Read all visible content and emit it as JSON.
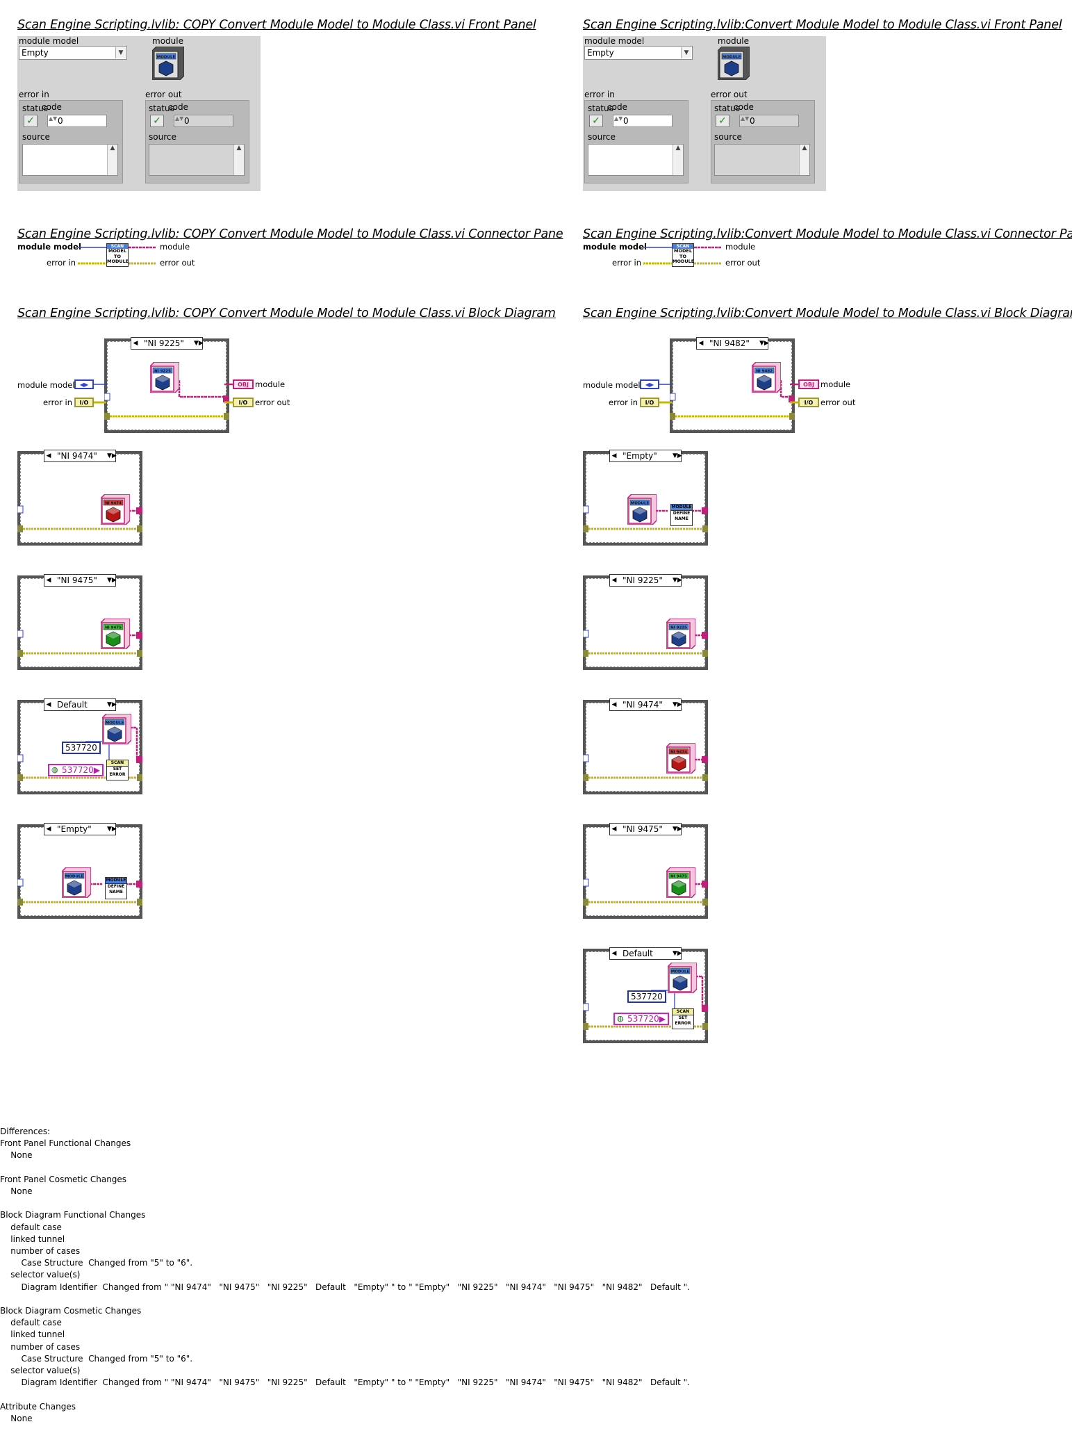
{
  "left": {
    "titles": {
      "front_panel": "Scan Engine Scripting.lvlib:  COPY  Convert Module Model to Module Class.vi Front Panel",
      "connector_pane": "Scan Engine Scripting.lvlib:  COPY  Convert Module Model to Module Class.vi Connector Pane",
      "block_diagram": "Scan Engine Scripting.lvlib:  COPY  Convert Module Model to Module Class.vi Block Diagram"
    },
    "cases": [
      "\"NI 9225\"",
      "\"NI 9474\"",
      "\"NI 9475\"",
      "Default",
      "\"Empty\""
    ]
  },
  "right": {
    "titles": {
      "front_panel": "Scan Engine Scripting.lvlib:Convert Module Model to Module Class.vi Front Panel",
      "connector_pane": "Scan Engine Scripting.lvlib:Convert Module Model to Module Class.vi Connector Pane",
      "block_diagram": "Scan Engine Scripting.lvlib:Convert Module Model to Module Class.vi Block Diagram"
    },
    "cases": [
      "\"NI 9482\"",
      "\"Empty\"",
      "\"NI 9225\"",
      "\"NI 9474\"",
      "\"NI 9475\"",
      "Default"
    ]
  },
  "front_panel": {
    "module_model_label": "module model",
    "module_model_value": "Empty",
    "module_label": "module",
    "error_in_label": "error in",
    "error_out_label": "error out",
    "status_label": "status",
    "code_label": "code",
    "code_value": "0",
    "source_label": "source"
  },
  "connector": {
    "module_model": "module model",
    "module": "module",
    "error_in": "error in",
    "error_out": "error out",
    "icon_top": "SCAN",
    "icon_lines": [
      "MODEL",
      "TO",
      "MODULE"
    ]
  },
  "diagram": {
    "module_model": "module model",
    "module": "module",
    "error_in": "error in",
    "error_out": "error out",
    "obj_tag": "OBJ",
    "err_tag": "I/O",
    "error_code": "537720",
    "module_icon": "MODULE",
    "ni9225": "NI 9225",
    "ni9474": "NI 9474",
    "ni9475": "NI 9475",
    "ni9482": "NI 9482",
    "set_error": [
      "SCAN",
      "SET",
      "ERROR"
    ],
    "define_name": [
      "MODULE",
      "DEFINE",
      "NAME"
    ]
  },
  "colors": {
    "wire_blue": "#3344cc",
    "wire_class": "#c0207a",
    "wire_error": "#c8b600",
    "icon_blue": "#4a80d8",
    "icon_red": "#d83c3c",
    "icon_green": "#35c235",
    "cube_blue": "#1d3f8a",
    "cube_red": "#b51515",
    "cube_green": "#169016"
  },
  "differences": {
    "text": "Differences:\nFront Panel Functional Changes\n    None\n\nFront Panel Cosmetic Changes\n    None\n\nBlock Diagram Functional Changes\n    default case\n    linked tunnel\n    number of cases\n        Case Structure  Changed from \"5\" to \"6\".\n    selector value(s)\n        Diagram Identifier  Changed from \" \"NI 9474\"   \"NI 9475\"   \"NI 9225\"   Default   \"Empty\" \" to \" \"Empty\"   \"NI 9225\"   \"NI 9474\"   \"NI 9475\"   \"NI 9482\"   Default \".\n\nBlock Diagram Cosmetic Changes\n    default case\n    linked tunnel\n    number of cases\n        Case Structure  Changed from \"5\" to \"6\".\n    selector value(s)\n        Diagram Identifier  Changed from \" \"NI 9474\"   \"NI 9475\"   \"NI 9225\"   Default   \"Empty\" \" to \" \"Empty\"   \"NI 9225\"   \"NI 9474\"   \"NI 9475\"   \"NI 9482\"   Default \".\n\nAttribute Changes\n    None"
  }
}
